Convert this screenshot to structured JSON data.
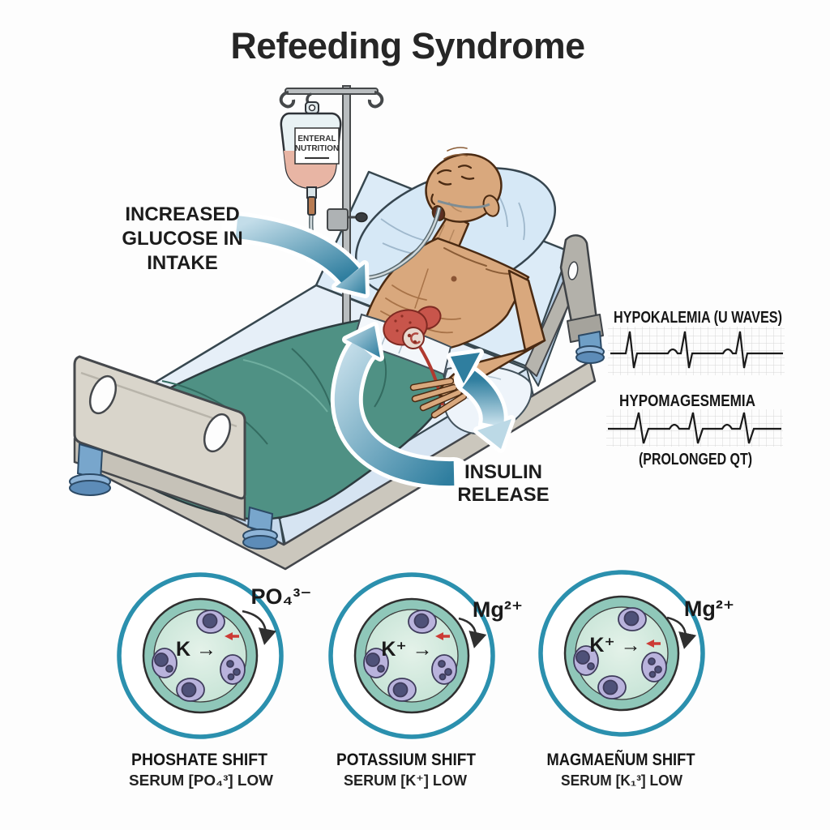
{
  "title": "Refeeding Syndrome",
  "iv_bag": {
    "label_line1": "ENTERAL",
    "label_line2": "NUTRITION"
  },
  "annotations": {
    "glucose": [
      "INCREASED",
      "GLUCOSE IN",
      "INTAKE"
    ],
    "insulin": [
      "INSULIN",
      "RELEASE"
    ]
  },
  "ecg_panels": [
    {
      "title": "HYPOKALEMIA (U WAVES)",
      "subtitle": ""
    },
    {
      "title": "HYPOMAGESMEMIA",
      "subtitle": "(PROLONGED QT)"
    }
  ],
  "cells": [
    {
      "ion": "PO₄³⁻",
      "intracellular_ion": "K →",
      "title": "PHOSHATE SHIFT",
      "subtitle": "SERUM [PO₄³] LOW"
    },
    {
      "ion": "Mg²⁺",
      "intracellular_ion": "K⁺ →",
      "title": "POTASSIUM SHIFT",
      "subtitle": "SERUM [K⁺] LOW"
    },
    {
      "ion": "Mg²⁺",
      "intracellular_ion": "K⁺ →",
      "title": "MAGMAEÑUM SHIFT",
      "subtitle": "SERUM [K₁³] LOW"
    }
  ],
  "colors": {
    "arrow_teal": "#2f7e9f",
    "blanket_green": "#4f9184",
    "cell_ring_blue": "#2b90ae",
    "cell_cytoplasm": "#cfe8dc",
    "organelle_purple": "#b9b3dc",
    "red_arrow": "#cc3b35",
    "skin": "#d9a87d",
    "nutrition_fluid": "#e8b5a4"
  }
}
